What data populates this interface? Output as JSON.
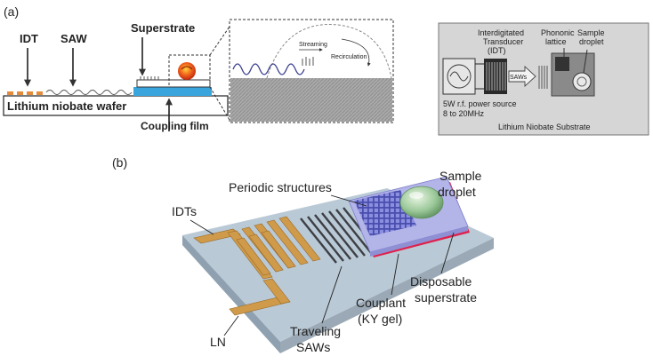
{
  "panel_a": {
    "panel_label": "(a)",
    "labels": {
      "idt": "IDT",
      "saw": "SAW",
      "superstrate": "Superstrate",
      "wafer": "Lithium niobate wafer",
      "coupling_film": "Coupling film",
      "streaming": "Streaming",
      "recirculation": "Recirculation"
    },
    "inset": {
      "idt_title_line1": "Interdigitated",
      "idt_title_line2": "Transducer",
      "idt_title_line3": "(IDT)",
      "phononic_line1": "Phononic",
      "phononic_line2": "lattice",
      "sample_line1": "Sample",
      "sample_line2": "droplet",
      "saws": "SAWs",
      "power_line1": "5W r.f. power source",
      "power_line2": "8 to 20MHz",
      "substrate": "Lithium Niobate Substrate"
    }
  },
  "panel_b": {
    "panel_label": "(b)",
    "labels": {
      "periodic": "Periodic structures",
      "sample_line1": "Sample",
      "sample_line2": "droplet",
      "idts": "IDTs",
      "disposable_line1": "Disposable",
      "disposable_line2": "superstrate",
      "couplant_line1": "Couplant",
      "couplant_line2": "(KY gel)",
      "traveling_line1": "Traveling",
      "traveling_line2": "SAWs",
      "ln": "LN"
    }
  },
  "colors": {
    "electrode_orange": "#e58a3a",
    "superstrate_blue": "#39a5dc",
    "gold": "#cf9a4a",
    "inset_bg": "#d6d6d6",
    "ln_surface": "#b9c9d6",
    "superstrate_lavender": "#b3b4e8",
    "couplant_red": "#e0204a"
  }
}
